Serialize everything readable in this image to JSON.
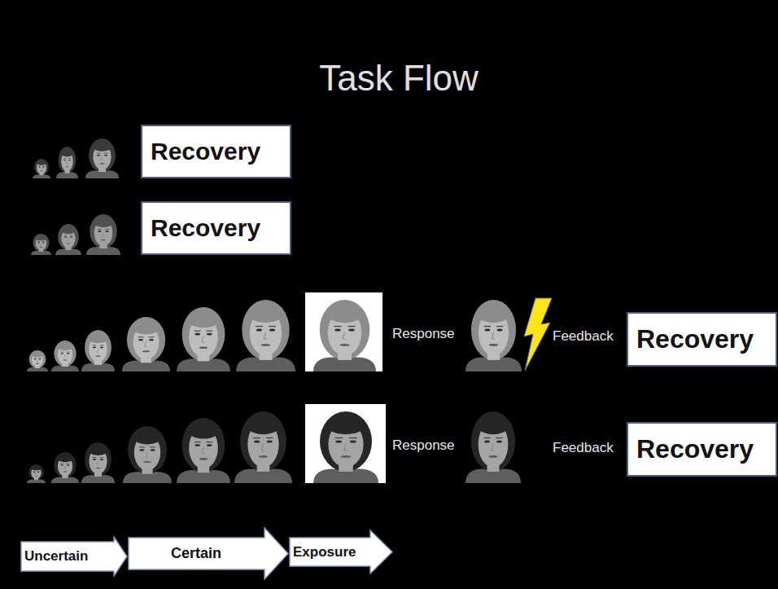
{
  "diagram": {
    "title": "Task Flow",
    "nodes": [
      {
        "text": [
          "Recovery"
        ]
      },
      {
        "text": [
          "Recovery"
        ]
      },
      {
        "text": [
          "Recovery"
        ]
      },
      {
        "text": [
          "Recovery"
        ]
      },
      {
        "text": [
          "Uncertain"
        ]
      },
      {
        "text": [
          "Certain"
        ]
      },
      {
        "text": [
          "Exposure"
        ]
      }
    ],
    "labels": [
      "Response",
      "Feedback",
      "Response",
      "Feedback"
    ]
  }
}
